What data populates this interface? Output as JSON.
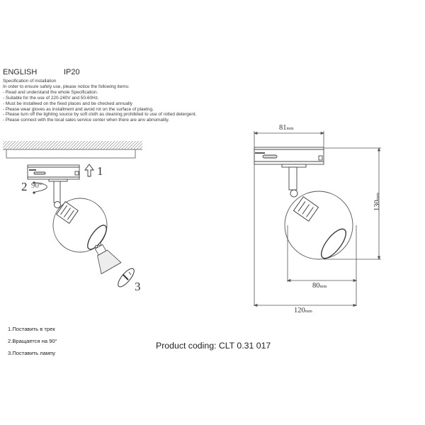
{
  "header": {
    "language": "ENGLISH",
    "ip_rating": "IP20"
  },
  "specification": {
    "title": "Specification of installation",
    "intro": "In order to ensure safety use, please notice the following items:",
    "items": [
      "- Read and understand the whole Specification.",
      "- Suitable for the use of 220-240V and 50-60Hz.",
      "- Must be installeed on the fixed places and be checked annually",
      "- Please wear gloves as installment and avoid rot on the surface of plaetng.",
      "- Please turn off the lighitng source by soft cloth as cleaning prohibited to use of rotted detergent.",
      "- Please connect with the local sales service center when there are anv abnomality."
    ]
  },
  "installation_diagram": {
    "step_markers": [
      "1",
      "2",
      "3"
    ],
    "rotation_label": "90°"
  },
  "dimension_drawing": {
    "track_width": {
      "value": "81",
      "unit": "mm"
    },
    "height": {
      "value": "130",
      "unit": "mm"
    },
    "shade_diameter": {
      "value": "80",
      "unit": "mm"
    },
    "total_width": {
      "value": "120",
      "unit": "mm"
    }
  },
  "steps": [
    "1.Поставить в трек",
    "2.Вращается на 90°",
    "3.Поставить лампу"
  ],
  "product": {
    "coding": "Product coding: CLT 0.31 017"
  }
}
